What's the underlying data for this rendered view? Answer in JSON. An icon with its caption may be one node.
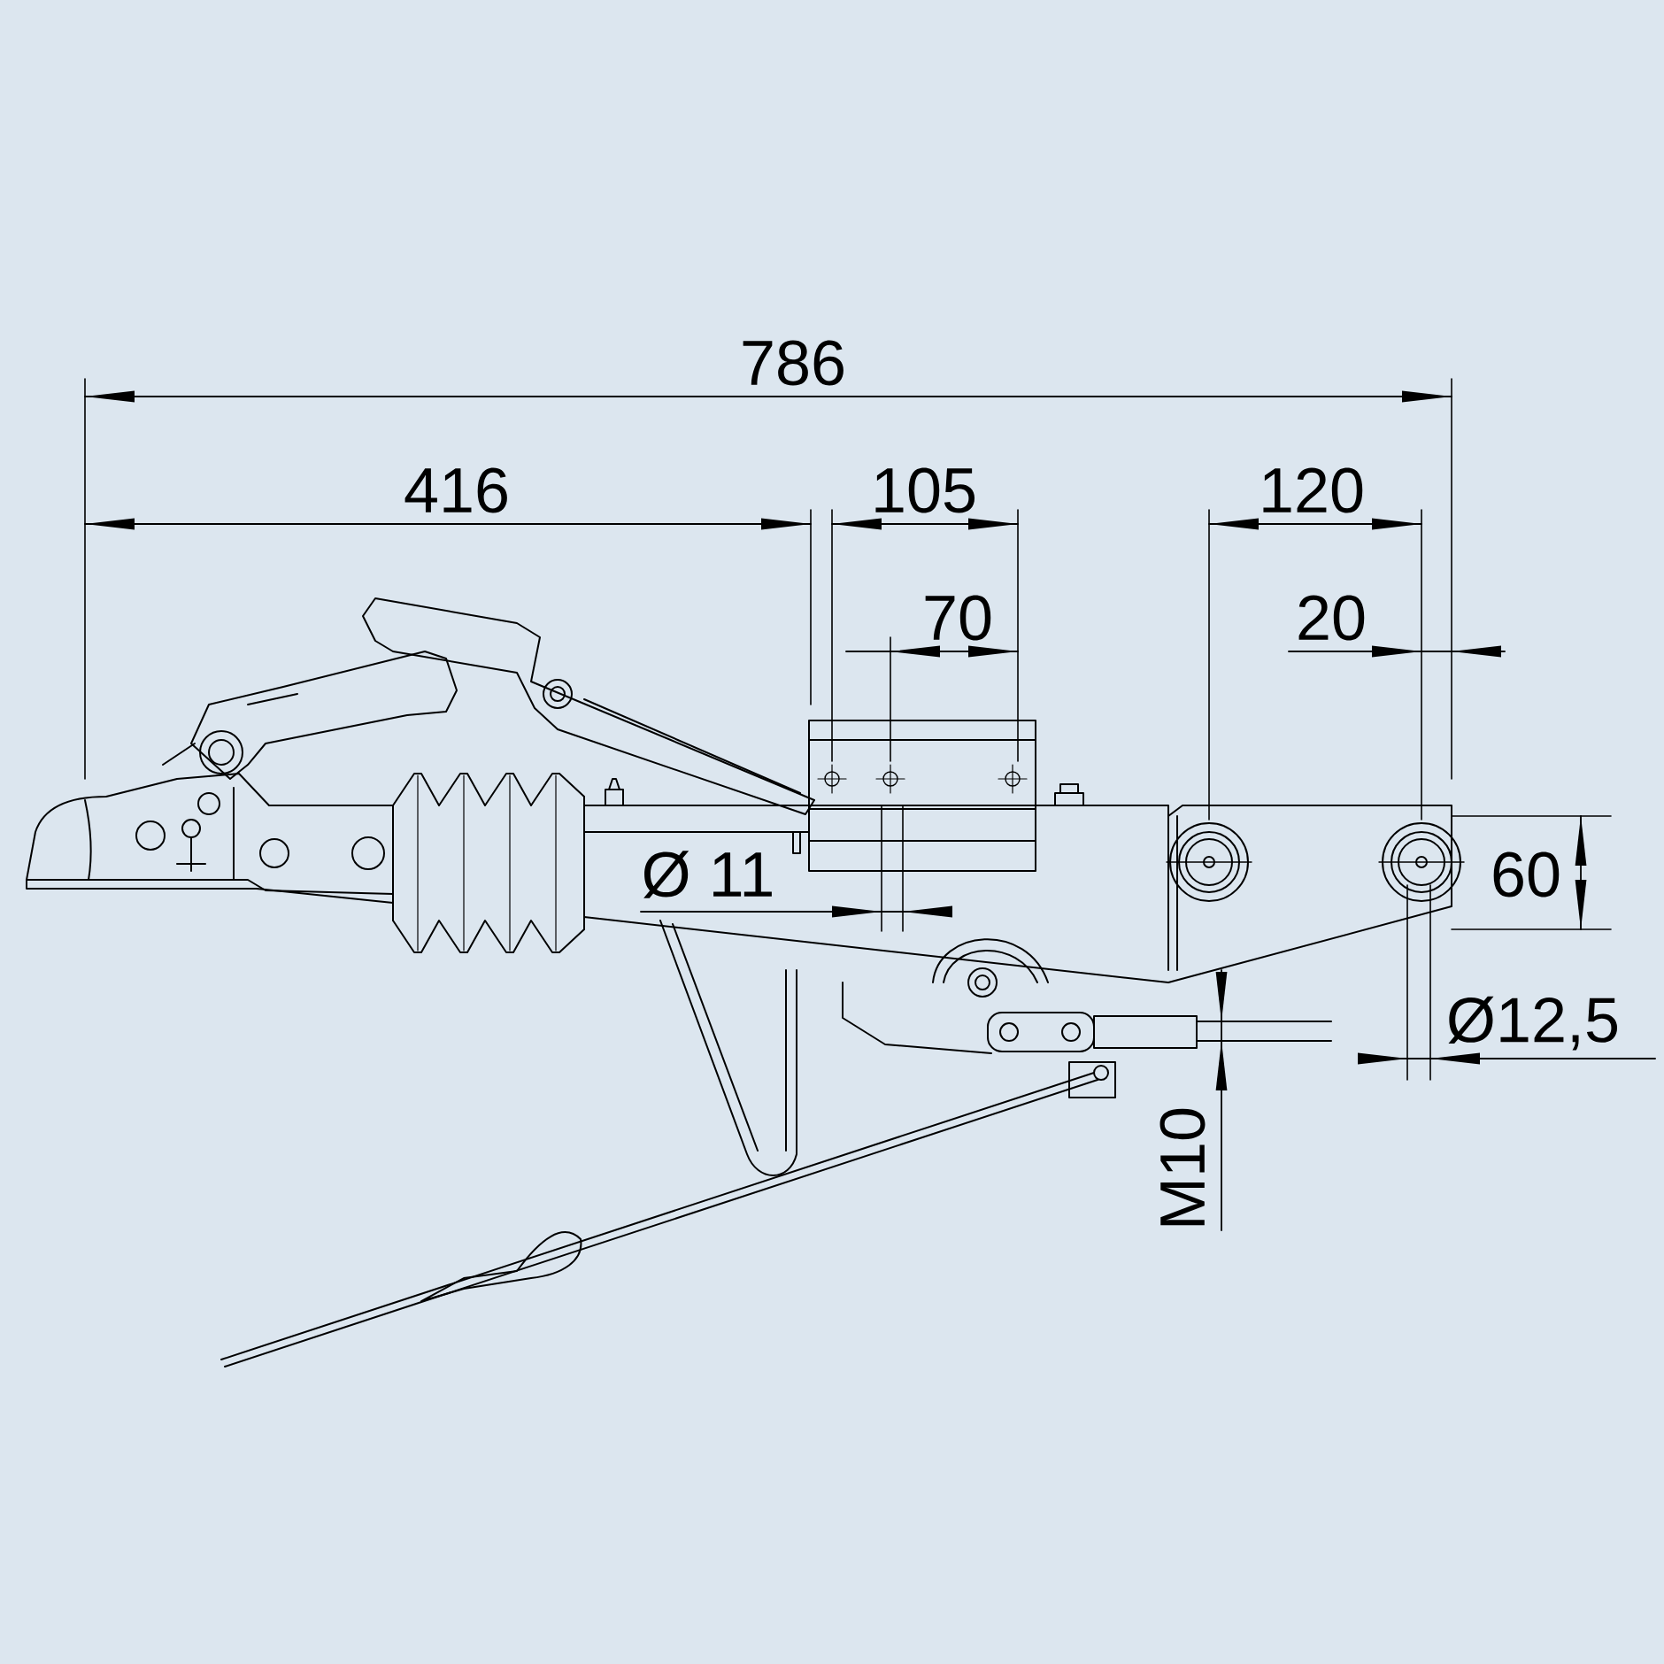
{
  "diagram": {
    "labels": [
      "786",
      "416",
      "105",
      "120",
      "70",
      "20",
      "Ø 11",
      "60",
      "Ø12,5",
      "M10"
    ]
  }
}
